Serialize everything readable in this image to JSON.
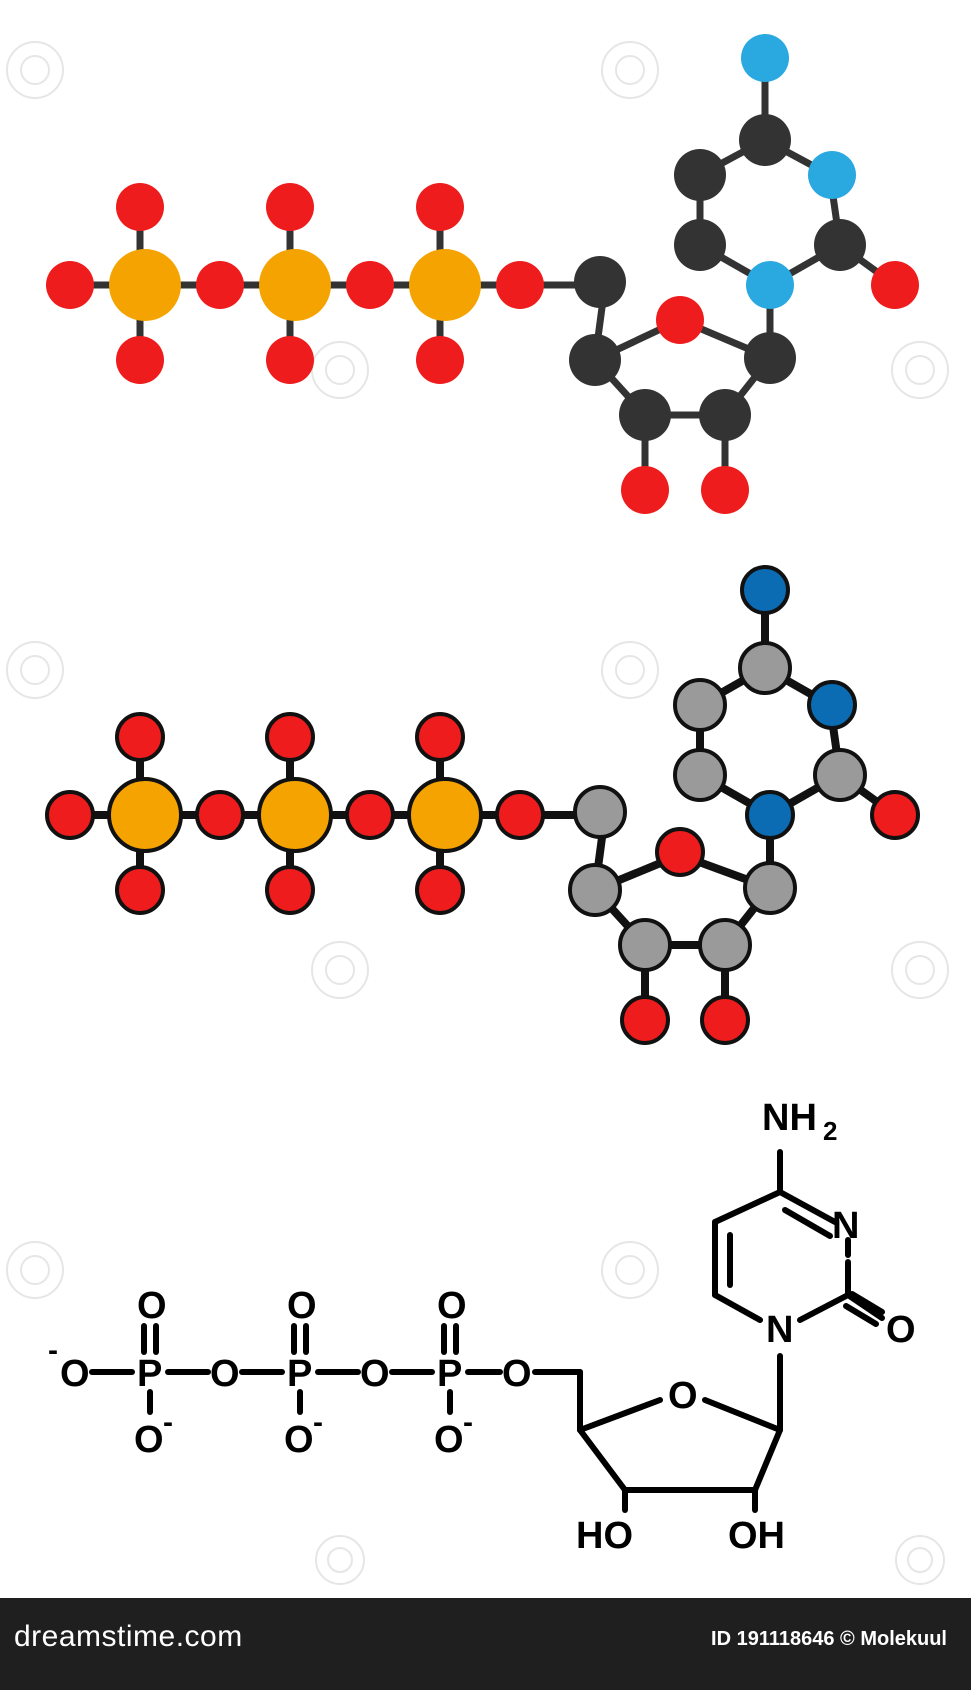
{
  "colors": {
    "oxygen": "#ee1c1c",
    "phosphorus": "#f5a300",
    "carbon_dark": "#333333",
    "carbon_grey": "#9a9a9a",
    "nitrogen_light": "#2aa8e0",
    "nitrogen_dark": "#0b6cb3",
    "footer_bg": "#1f1f1f"
  },
  "structure_labels": {
    "nh2_N": "NH",
    "nh2_sub": "2",
    "ring_N1": "N",
    "ring_N3": "N",
    "carbonyl_O": "O",
    "ring_O": "O",
    "bridge_O1": "O",
    "bridge_O2": "O",
    "bridge_O3": "O",
    "P1": "P",
    "P2": "P",
    "P3": "P",
    "top_O1": "O",
    "top_O2": "O",
    "top_O3": "O",
    "term_O": "O",
    "term_charge": "-",
    "bot_O1": "O",
    "bot_O2": "O",
    "bot_O3": "O",
    "bot_charge": "-",
    "HO_left": "HO",
    "OH_right": "OH"
  },
  "footer": {
    "logo": "dreamstime.com",
    "credit": "ID 191118646 © Molekuul"
  }
}
